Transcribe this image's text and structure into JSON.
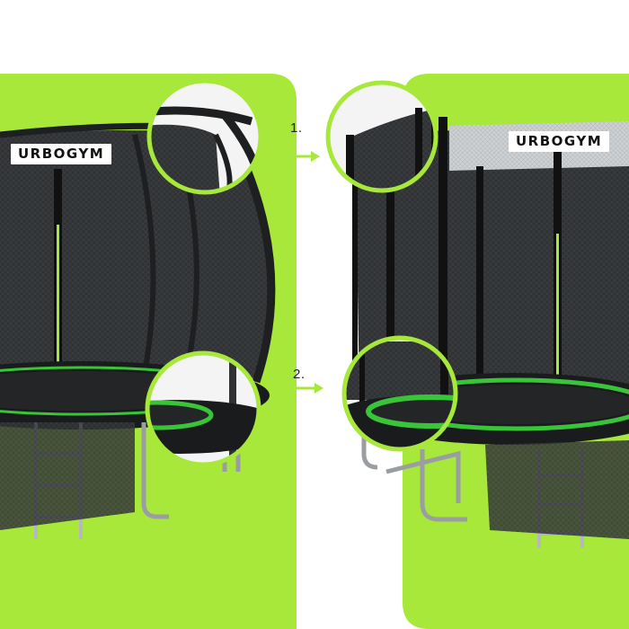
{
  "brand": "URBOGYM",
  "callouts": [
    {
      "number": "1."
    },
    {
      "number": "2."
    }
  ],
  "colors": {
    "accent_green": "#a7e83a",
    "background": "#ffffff",
    "net": "#2b2d2f",
    "frame": "#1c1c1c",
    "steel": "#9a9ea3"
  }
}
